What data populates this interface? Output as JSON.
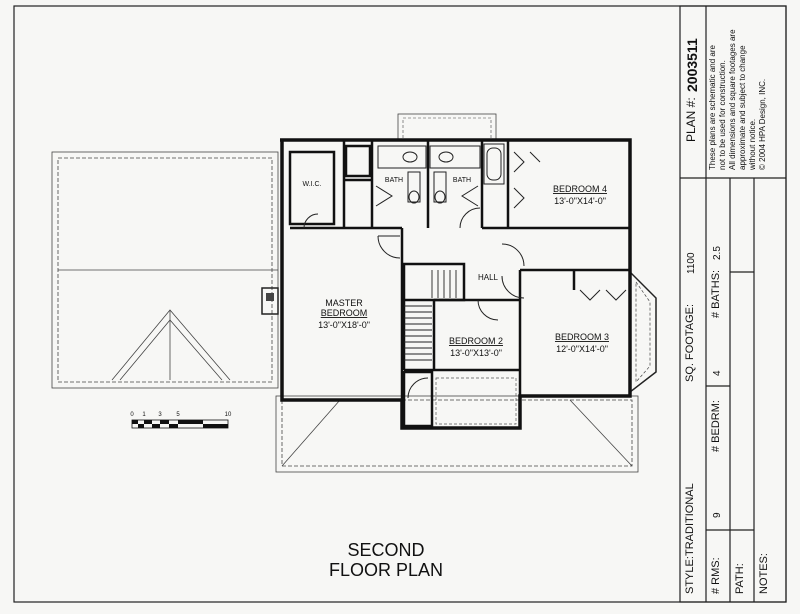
{
  "plan_title": {
    "line1": "SECOND",
    "line2": "FLOOR PLAN"
  },
  "rooms": {
    "wic": "W.I.C.",
    "bath1": "BATH",
    "bath2": "BATH",
    "bedroom4": {
      "name": "BEDROOM 4",
      "size": "13'-0\"X14'-0\""
    },
    "hall": "HALL",
    "master": {
      "name1": "MASTER",
      "name2": "BEDROOM",
      "size": "13'-0\"X18'-0\""
    },
    "bedroom2": {
      "name": "BEDROOM 2",
      "size": "13'-0\"X13'-0\""
    },
    "bedroom3": {
      "name": "BEDROOM 3",
      "size": "12'-0\"X14'-0\""
    }
  },
  "scale_bar": {
    "labels": [
      "0",
      "1",
      "3",
      "5",
      "10"
    ]
  },
  "title_block": {
    "plan_label": "PLAN #:",
    "plan_number": "2003511",
    "disclaimer": [
      "These plans are schematic and are",
      "not to be used for construction.",
      "All dimensions and square footages are",
      "approximate and subject to change",
      "without notice.",
      "© 2004  HPA Design, INC."
    ],
    "style_label": "STYLE:",
    "style_value": "TRADITIONAL",
    "sqft_label": "SQ. FOOTAGE:",
    "sqft_value": "1100",
    "rms_label": "# RMS:",
    "rms_value": "9",
    "bedrm_label": "# BEDRM:",
    "bedrm_value": "4",
    "baths_label": "# BATHS:",
    "baths_value": "2.5",
    "path_label": "PATH:",
    "notes_label": "NOTES:"
  }
}
